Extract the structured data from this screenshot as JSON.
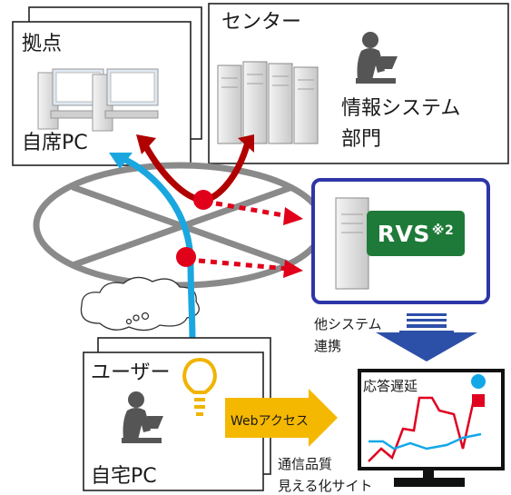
{
  "site": {
    "label": "拠点",
    "pc_label": "自席PC"
  },
  "center": {
    "label": "センター",
    "dept_line1": "情報システム",
    "dept_line2": "部門"
  },
  "rvs": {
    "name": "RVS",
    "note": "※2"
  },
  "integration": {
    "line1": "他システム",
    "line2": "連携"
  },
  "user": {
    "label": "ユーザー",
    "pc_label": "自宅PC"
  },
  "web_access": {
    "label": "Webアクセス"
  },
  "dashboard": {
    "title": "応答遅延",
    "caption_line1": "通信品質",
    "caption_line2": "見える化サイト"
  },
  "colors": {
    "rvs_border": "#2e35a8",
    "rvs_badge": "#1e7a38",
    "red_arrow": "#b00000",
    "blue_arrow": "#1aa7e0",
    "tap_dot": "#e0001a",
    "integration_arrow": "#2c4fa8",
    "web_arrow": "#f5b800",
    "chart_red": "#e00020",
    "chart_blue": "#12a8e8"
  },
  "icons": [
    "desktop-pc-icon",
    "server-rack-icon",
    "person-laptop-icon",
    "lightbulb-icon",
    "monitor-icon",
    "cloud-icon"
  ]
}
